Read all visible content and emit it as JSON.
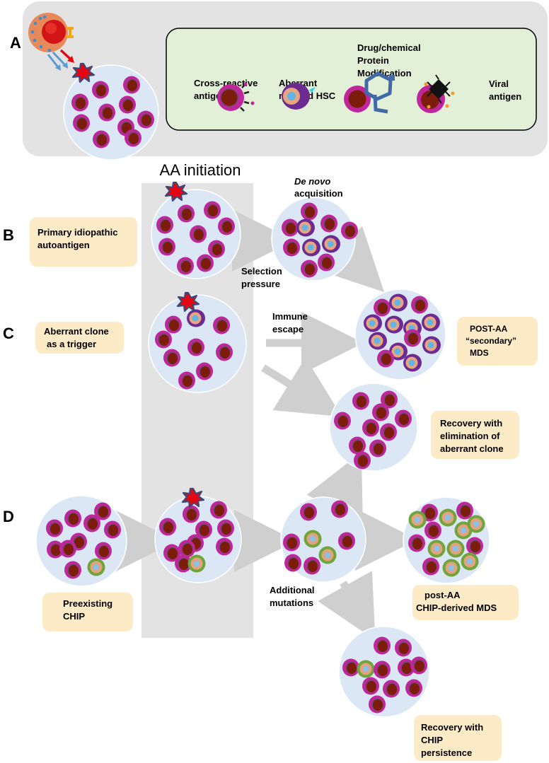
{
  "panels": {
    "a": "A",
    "b": "B",
    "c": "C",
    "d": "D"
  },
  "panel_a": {
    "triggers": {
      "cross_reactive": [
        "Cross-reactive",
        "antigen"
      ],
      "aberrant_hsc": [
        "Aberrant",
        "myeloid HSC"
      ],
      "drug_chemical": [
        "Drug/chemical",
        "Protein",
        "Modification"
      ],
      "viral": [
        "Viral",
        "antigen"
      ]
    }
  },
  "aa_initiation": "AA initiation",
  "panel_b": {
    "label": [
      "Primary idiopathic",
      "autoantigen"
    ],
    "de_novo": [
      "De novo",
      "acquisition"
    ],
    "selection": [
      "Selection",
      "pressure"
    ]
  },
  "panel_c": {
    "label": [
      "Aberrant clone",
      "as a trigger"
    ],
    "immune_escape": [
      "Immune",
      "escape"
    ],
    "secondary_mds": [
      "POST-AA",
      "“secondary”",
      "MDS"
    ],
    "recovery": [
      "Recovery with",
      "elimination of",
      "aberrant clone"
    ]
  },
  "panel_d": {
    "label": [
      "Preexisting",
      "CHIP"
    ],
    "additional": [
      "Additional",
      "mutations"
    ],
    "chip_mds": [
      "post-AA",
      "CHIP-derived MDS"
    ],
    "recovery": [
      "Recovery with",
      "CHIP",
      "persistence"
    ]
  },
  "colors": {
    "normal_outer": "#c0269c",
    "normal_inner": "#7b1d0a",
    "aberrant_outer": "#6b2b91",
    "aberrant_inner": "#e9a57e",
    "aberrant_core": "#5fb6e6",
    "chip_outer": "#6fa53c",
    "chip_inner": "#e3a37c",
    "chip_core": "#8bc0e8",
    "marrow_fill": "#dbe7f5",
    "label_box": "#fdebc7",
    "arrow": "#cfcfcf",
    "initiation_band": "#e3e3e3",
    "panel_a_bg": "#e3e3e3",
    "panel_a_inner": "#e2f0d8"
  }
}
